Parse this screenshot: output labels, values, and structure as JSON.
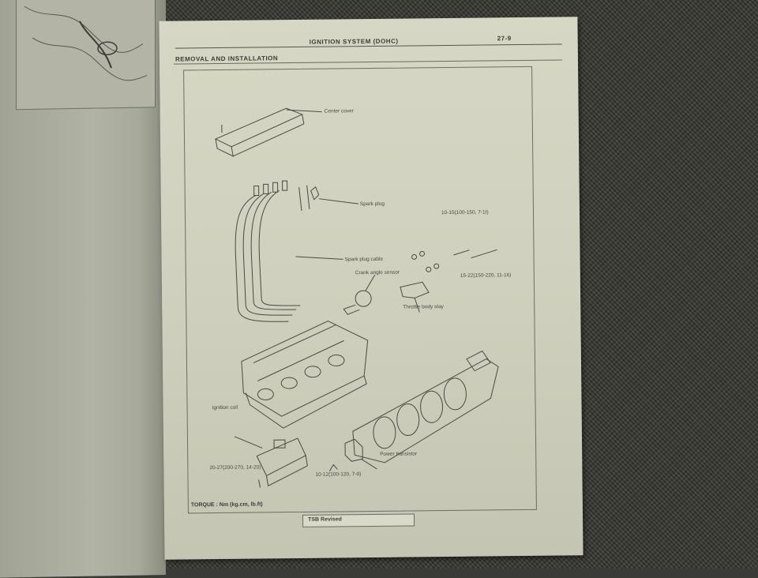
{
  "page": {
    "header_title": "IGNITION SYSTEM (DOHC)",
    "page_number": "27-9",
    "section_title": "REMOVAL AND INSTALLATION"
  },
  "diagram": {
    "labels": {
      "center_cover": "Center cover",
      "spark_plug": "Spark plug",
      "spark_plug_cable": "Spark plug cable",
      "crank_angle_sensor": "Crank angle sensor",
      "throttle_body_stay": "Throttle body stay",
      "ignition_coil": "Ignition coil",
      "power_transistor": "Power transistor",
      "torque_1": "10-15(100-150, 7-1I)",
      "torque_2": "15-22(150-220, 11-16)",
      "torque_3": "20-27(200-270, 14-20)",
      "torque_4": "10-12(100-120, 7-9)"
    }
  },
  "footer": {
    "torque_note": "TORQUE : Nm (kg.cm, lb.ft)",
    "revision": "TSB Revised"
  }
}
